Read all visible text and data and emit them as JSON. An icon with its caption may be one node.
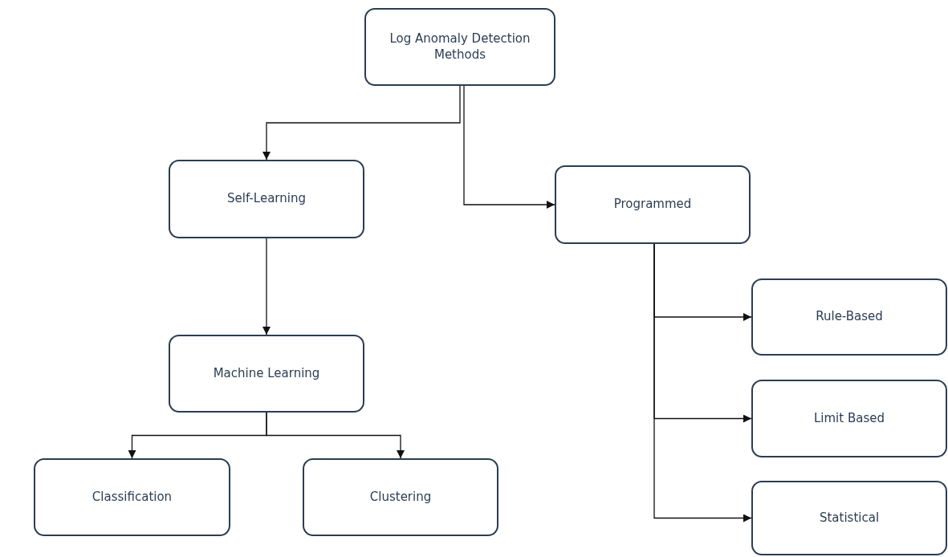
{
  "diagram": {
    "nodes": [
      {
        "text": [
          "Log Anomaly Detection Methods"
        ]
      },
      {
        "text": [
          "Self-Learning"
        ]
      },
      {
        "text": [
          "Programmed"
        ]
      },
      {
        "text": [
          "Machine Learning"
        ]
      },
      {
        "text": [
          "Classification"
        ]
      },
      {
        "text": [
          "Clustering"
        ]
      },
      {
        "text": [
          "Rule-Based"
        ]
      },
      {
        "text": [
          "Limit Based"
        ]
      },
      {
        "text": [
          "Statistical"
        ]
      }
    ],
    "edges": [
      {
        "from": 0,
        "to": 1,
        "arrow": "to"
      },
      {
        "from": 0,
        "to": 2,
        "arrow": "to"
      },
      {
        "from": 1,
        "to": 3,
        "arrow": "to"
      },
      {
        "from": 3,
        "to": 4,
        "arrow": "to"
      },
      {
        "from": 3,
        "to": 5,
        "arrow": "to"
      },
      {
        "from": 2,
        "to": 6,
        "arrow": "to"
      },
      {
        "from": 2,
        "to": 7,
        "arrow": "to"
      },
      {
        "from": 2,
        "to": 8,
        "arrow": "to"
      }
    ]
  }
}
